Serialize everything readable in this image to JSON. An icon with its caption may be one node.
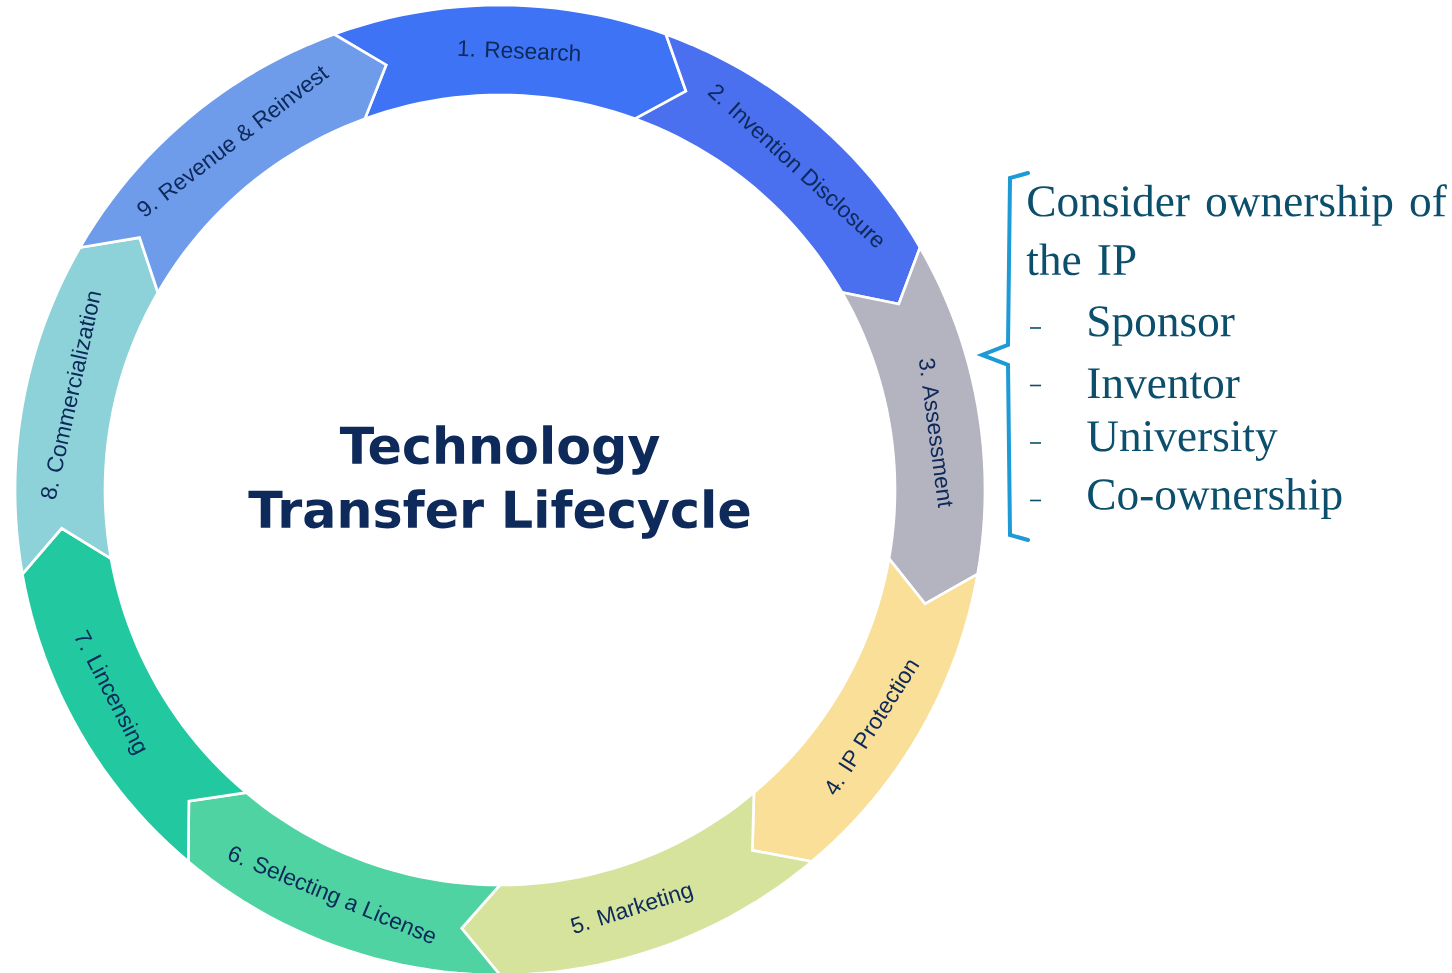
{
  "diagram": {
    "title": "Technology Transfer Lifecycle",
    "nodes": [
      {
        "text": [
          "1. Research"
        ]
      },
      {
        "text": [
          "2. Invention Disclosure"
        ]
      },
      {
        "text": [
          "3. Assessment"
        ]
      },
      {
        "text": [
          "4. IP Protection"
        ]
      },
      {
        "text": [
          "5. Marketing"
        ]
      },
      {
        "text": [
          "6. Selecting a License"
        ]
      },
      {
        "text": [
          "7. Lincensing"
        ]
      },
      {
        "text": [
          "8. Commercialization"
        ]
      },
      {
        "text": [
          "9. Revenue & Reinvest"
        ]
      }
    ],
    "labels": [
      "Consider ownership of the IP",
      "Sponsor",
      "Inventor",
      "University",
      "Co-ownership"
    ]
  }
}
